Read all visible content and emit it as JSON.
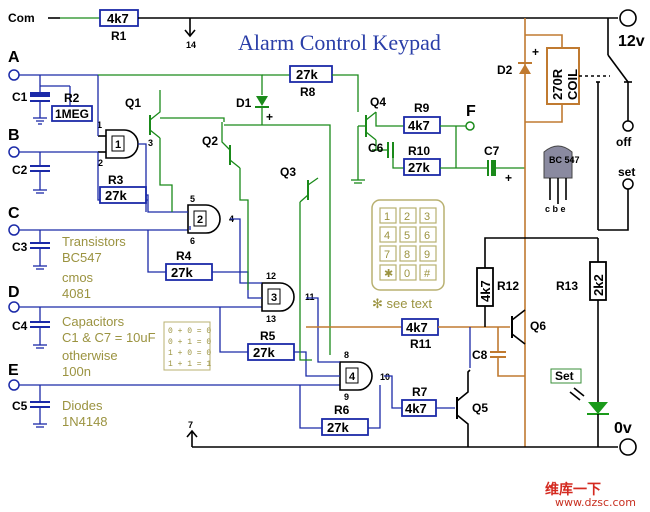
{
  "title": "Alarm Control Keypad",
  "inputs": [
    "A",
    "B",
    "C",
    "D",
    "E"
  ],
  "com_label": "Com",
  "rails": {
    "top": "12v",
    "bottom": "0v"
  },
  "switch_labels": {
    "off": "off",
    "set": "set"
  },
  "resistors": [
    {
      "ref": "R1",
      "value": "4k7"
    },
    {
      "ref": "R2",
      "value": "1MEG"
    },
    {
      "ref": "R3",
      "value": "27k"
    },
    {
      "ref": "R4",
      "value": "27k"
    },
    {
      "ref": "R5",
      "value": "27k"
    },
    {
      "ref": "R6",
      "value": "27k"
    },
    {
      "ref": "R7",
      "value": "4k7"
    },
    {
      "ref": "R8",
      "value": "27k"
    },
    {
      "ref": "R9",
      "value": "4k7"
    },
    {
      "ref": "R10",
      "value": "27k"
    },
    {
      "ref": "R11",
      "value": "4k7"
    },
    {
      "ref": "R12",
      "value": "4k7"
    },
    {
      "ref": "R13",
      "value": "2k2"
    }
  ],
  "capacitors": [
    "C1",
    "C2",
    "C3",
    "C4",
    "C5",
    "C6",
    "C7",
    "C8"
  ],
  "transistors": [
    "Q1",
    "Q2",
    "Q3",
    "Q4",
    "Q5",
    "Q6"
  ],
  "diodes": [
    "D1",
    "D2"
  ],
  "gates": [
    "1",
    "2",
    "3",
    "4"
  ],
  "pins": [
    "1",
    "2",
    "3",
    "4",
    "5",
    "6",
    "7",
    "8",
    "9",
    "10",
    "11",
    "12",
    "13",
    "14"
  ],
  "relay_coil": [
    "270R",
    "COIL"
  ],
  "output_label": "F",
  "transistor_pkg": {
    "part": "BC 547",
    "pins": "c b e"
  },
  "notes": {
    "transistors": [
      "Transistors",
      "BC547"
    ],
    "cmos": [
      "cmos",
      "4081"
    ],
    "capacitors": [
      "Capacitors",
      "C1 & C7 = 10uF",
      "otherwise",
      "100n"
    ],
    "diodes": [
      "Diodes",
      "1N4148"
    ],
    "see_text": "✻ see text"
  },
  "truth_table": [
    "0 + 0 = 0",
    "0 + 1 = 0",
    "1 + 0 = 0",
    "1 + 1 = 1"
  ],
  "keypad_keys": [
    "1",
    "2",
    "3",
    "4",
    "5",
    "6",
    "7",
    "8",
    "9",
    "✱",
    "0",
    "#"
  ],
  "set_label": "Set",
  "watermark": {
    "brand": "维库一下",
    "url": "www.dzsc.com"
  }
}
